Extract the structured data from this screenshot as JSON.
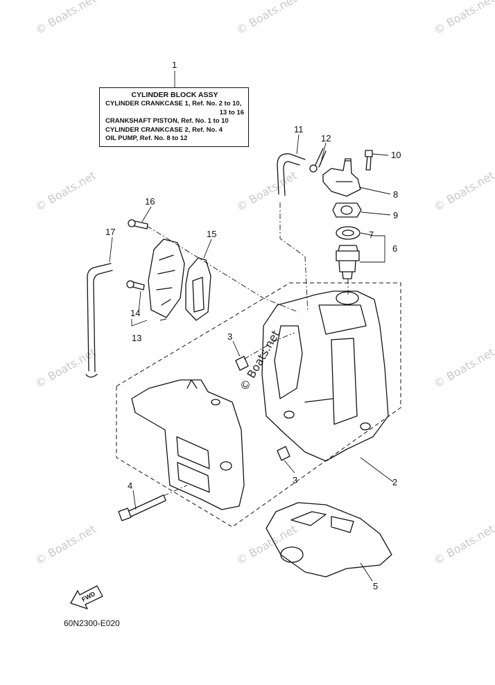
{
  "legend": {
    "title": "CYLINDER BLOCK ASSY",
    "lines": [
      "CYLINDER CRANKCASE 1,  Ref. No. 2 to 10,",
      "13 to 16",
      "CRANKSHAFT PISTON,  Ref. No. 1 to 10",
      "CYLINDER CRANKCASE 2,  Ref. No. 4",
      "OIL PUMP,  Ref. No. 8 to 12"
    ]
  },
  "callouts": [
    "1",
    "2",
    "3",
    "3",
    "4",
    "5",
    "6",
    "7",
    "8",
    "9",
    "10",
    "11",
    "12",
    "13",
    "14",
    "15",
    "16",
    "17"
  ],
  "diagram_code": "60N2300-E020",
  "fwd_label": "FWD",
  "watermark": "© Boats.net",
  "colors": {
    "line": "#111111",
    "watermark": "#c9c9c9",
    "background": "#ffffff"
  }
}
